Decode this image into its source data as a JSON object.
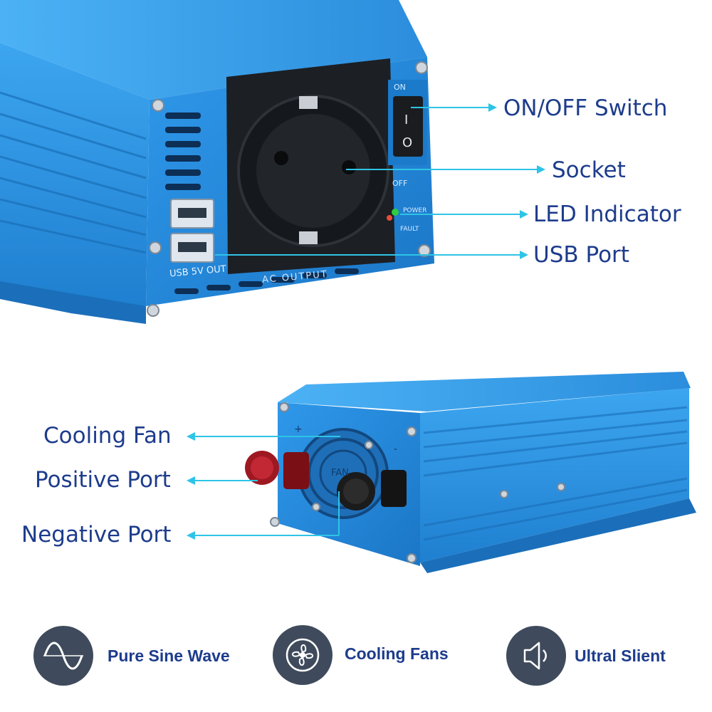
{
  "callouts": {
    "on_off_switch": "ON/OFF Switch",
    "socket": "Socket",
    "led_indicator": "LED Indicator",
    "usb_port": "USB Port",
    "cooling_fan": "Cooling Fan",
    "positive_port": "Positive Port",
    "negative_port": "Negative Port"
  },
  "panel_text": {
    "on": "ON",
    "off": "OFF",
    "power": "POWER",
    "fault": "FAULT",
    "usb": "USB 5V OUT",
    "ac": "AC OUTPUT",
    "fan": "FAN",
    "plus": "+",
    "minus": "-",
    "switch_i": "I",
    "switch_o": "O"
  },
  "features": [
    {
      "label": "Pure Sine Wave",
      "icon": "sine-wave-icon"
    },
    {
      "label": "Cooling Fans",
      "icon": "fan-icon"
    },
    {
      "label": "Ultral Slient",
      "icon": "speaker-quiet-icon"
    }
  ],
  "colors": {
    "label_text": "#1d3c8c",
    "arrow": "#2ec4e6",
    "inverter_blue": "#2a8fe0",
    "icon_circle": "#3f4b5c"
  }
}
